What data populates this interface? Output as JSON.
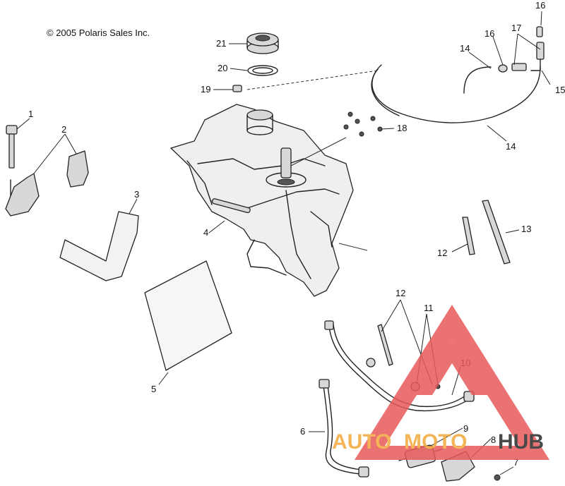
{
  "copyright": "© 2005 Polaris Sales Inc.",
  "callouts": {
    "c1": "1",
    "c2": "2",
    "c3": "3",
    "c4": "4",
    "c5": "5",
    "c6": "6",
    "c7": "7",
    "c8": "8",
    "c9": "9",
    "c10": "10",
    "c11": "11",
    "c12a": "12",
    "c12b": "12",
    "c13": "13",
    "c14a": "14",
    "c14b": "14",
    "c15": "15",
    "c16a": "16",
    "c16b": "16",
    "c17": "17",
    "c18": "18",
    "c19": "19",
    "c20": "20",
    "c21": "21"
  },
  "watermark": {
    "part1": "AUTO",
    "part2": "MOTO",
    "part3": "HUB",
    "color_red": "#e85a5a",
    "color_orange": "#f2a93b",
    "color_dark": "#2a2a2a"
  }
}
